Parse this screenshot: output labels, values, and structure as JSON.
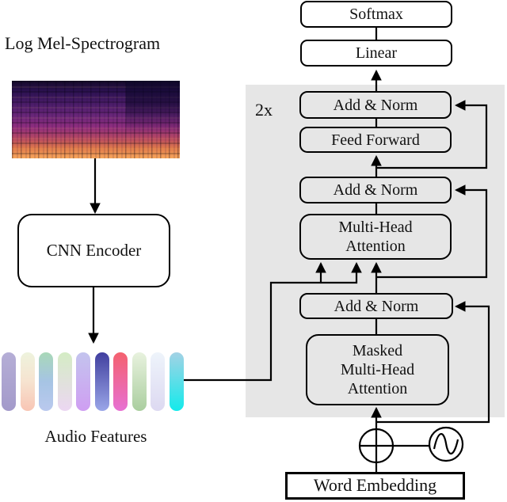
{
  "left_panel": {
    "spectrogram_label": "Log Mel-Spectrogram",
    "cnn_label": "CNN Encoder",
    "audio_features_label": "Audio Features",
    "spectrogram_palette": [
      "#140a28",
      "#2a1150",
      "#471b66",
      "#662578",
      "#8f2d7e",
      "#b84a60",
      "#e07a4a",
      "#f7a75c"
    ],
    "audio_feature_bar_colors": [
      [
        "#b5aed6",
        "#a39aca"
      ],
      [
        "#eef3dd",
        "#f6e3d0",
        "#f8c5b4"
      ],
      [
        "#a8d8b8",
        "#a6c4e4",
        "#bac9ee"
      ],
      [
        "#d4ecc4",
        "#ecd7f2"
      ],
      [
        "#c3c4ee",
        "#cf9ef2"
      ],
      [
        "#413f9f",
        "#9aa6e8"
      ],
      [
        "#f4616e",
        "#e771d3"
      ],
      [
        "#e8f2de",
        "#aace9f"
      ],
      [
        "#eef4fb",
        "#ddd9f1"
      ],
      [
        "#a3d2e5",
        "#13eaeb"
      ]
    ]
  },
  "decoder_panel": {
    "panel_color": "#e6e6e6",
    "repeat_label": "2x",
    "softmax_label": "Softmax",
    "linear_label": "Linear",
    "add_norm_label": "Add & Norm",
    "feed_forward_label": "Feed Forward",
    "multi_head_attention_label": "Multi-Head\nAttention",
    "masked_multi_head_attention_label": "Masked\nMulti-Head\nAttention",
    "word_embedding_label": "Word Embedding"
  },
  "icons": {
    "plus_circle_icon": "circled-plus positional sum",
    "sine_wave_icon": "sinusoidal positional encoding"
  },
  "colors": {
    "line": "#000000",
    "box_fill_outside_panel": "#ffffff",
    "background": "#ffffff"
  }
}
